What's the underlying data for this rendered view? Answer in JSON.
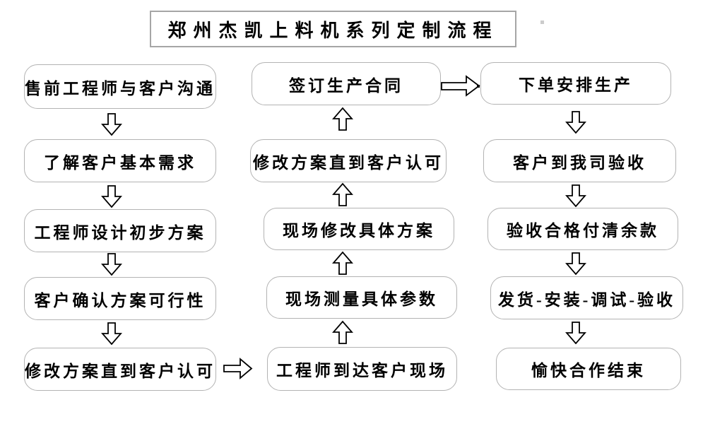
{
  "title": "郑州杰凯上料机系列定制流程",
  "flow": {
    "left_column": {
      "direction": "down",
      "steps": [
        "售前工程师与客户沟通",
        "了解客户基本需求",
        "工程师设计初步方案",
        "客户确认方案可行性",
        "修改方案直到客户认可"
      ]
    },
    "middle_column": {
      "direction": "up",
      "steps": [
        "签订生产合同",
        "修改方案直到客户认可",
        "现场修改具体方案",
        "现场测量具体参数",
        "工程师到达客户现场"
      ]
    },
    "right_column": {
      "direction": "down",
      "steps": [
        "下单安排生产",
        "客户到我司验收",
        "验收合格付清余款",
        "发货-安装-调试-验收",
        "愉快合作结束"
      ]
    }
  },
  "connectors": {
    "style": "hollow-block-arrow",
    "left_bottom_to_middle_bottom": "right-arrow",
    "middle_top_to_right_top": "right-arrow"
  },
  "colors": {
    "background": "#ffffff",
    "box_border": "#b3b3b3",
    "title_border": "#a6a6a6",
    "text": "#000000",
    "arrow_outline": "#000000",
    "arrow_fill": "#ffffff"
  }
}
